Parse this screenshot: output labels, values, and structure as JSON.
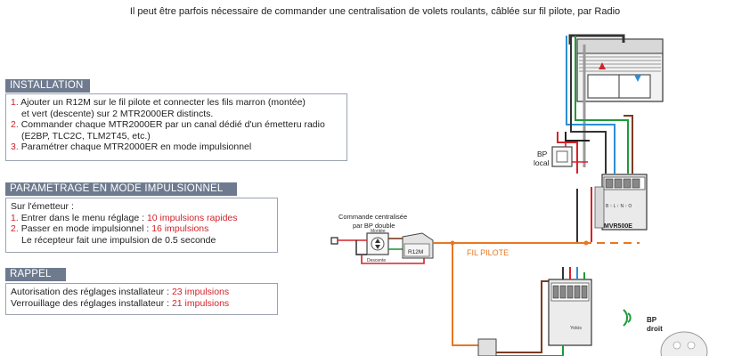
{
  "header": {
    "text": "Il peut être parfois nécessaire de commander une centralisation de volets roulants, câblée sur fil pilote, par Radio"
  },
  "installation": {
    "title": "INSTALLATION",
    "items": [
      {
        "num": "1.",
        "lines": [
          "Ajouter un R12M sur le fil pilote et connecter les fils marron (montée)",
          "et vert (descente) sur 2 MTR2000ER distincts."
        ]
      },
      {
        "num": "2.",
        "lines": [
          "Commander chaque MTR2000ER par un canal dédié d'un émetteru radio",
          "(E2BP, TLC2C, TLM2T45, etc.)"
        ]
      },
      {
        "num": "3.",
        "lines": [
          "Paramétrer chaque MTR2000ER en mode impulsionnel"
        ]
      }
    ]
  },
  "parametrage": {
    "title": "PARAMETRAGE EN MODE IMPULSIONNEL",
    "intro": "Sur l'émetteur :",
    "item1_num": "1.",
    "item1_text": "Entrer dans le menu réglage : ",
    "item1_value": "10 impulsions rapides",
    "item2_num": "2.",
    "item2_text": "Passer en mode impulsionnel : ",
    "item2_value": "16 impulsions",
    "item2_extra": "Le récepteur fait une impulsion de 0.5 seconde"
  },
  "rappel": {
    "title": "RAPPEL",
    "line1_text": "Autorisation des réglages installateur : ",
    "line1_value": "23 impulsions",
    "line2_text": "Verrouillage des réglages installateur : ",
    "line2_value": "21 impulsions"
  },
  "diagram": {
    "cmd_label_1": "Commande centralisée",
    "cmd_label_2": "par BP double",
    "montee": "Montée",
    "descente": "Descente",
    "r12m": "R12M",
    "fil_pilote": "FIL PILOTE",
    "bp_local_1": "BP",
    "bp_local_2": "local",
    "mvr_label": "MVR500E",
    "mvr_terminals": "B ↑ L ↑ N ↑ O",
    "bp_droit_1": "BP",
    "bp_droit_2": "droit",
    "mtr_label": "Yokis",
    "colors": {
      "red": "#d2232a",
      "blue": "#2b8fd6",
      "green": "#1f9a3a",
      "orange": "#e87722",
      "brown": "#7a3b1f",
      "black": "#222222"
    }
  }
}
